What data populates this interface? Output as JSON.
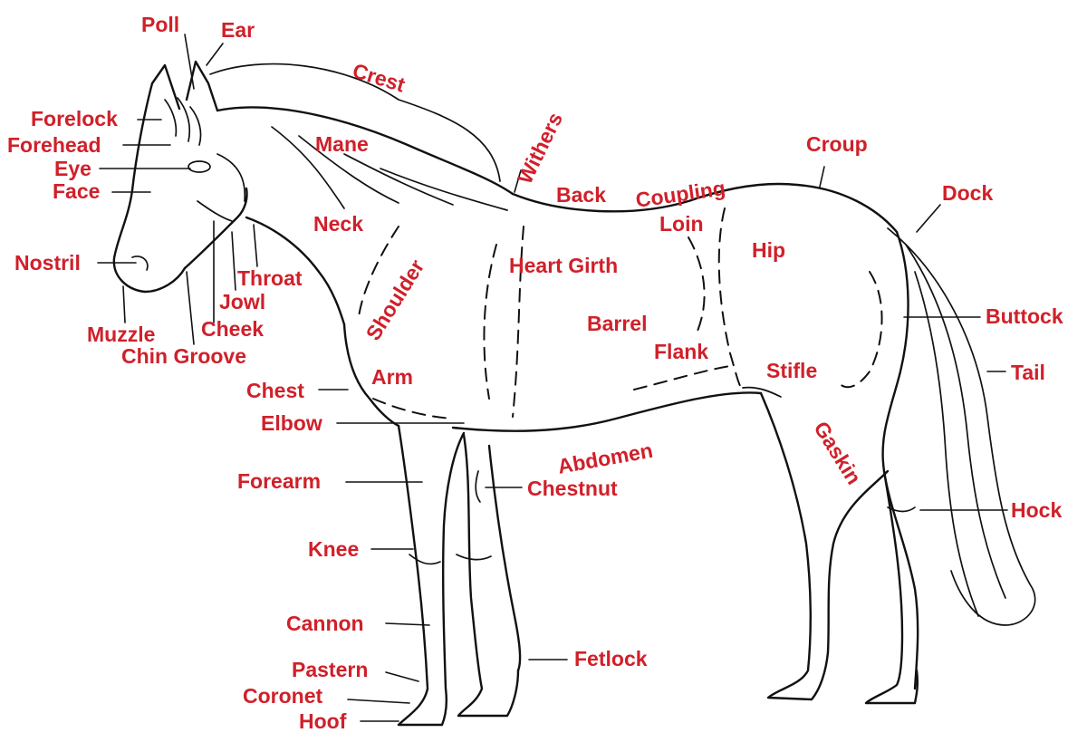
{
  "diagram": {
    "label_color": "#d0202a",
    "line_color": "#111111",
    "labels": {
      "poll": "Poll",
      "ear": "Ear",
      "crest": "Crest",
      "forelock": "Forelock",
      "forehead": "Forehead",
      "eye": "Eye",
      "face": "Face",
      "mane": "Mane",
      "withers": "Withers",
      "croup": "Croup",
      "back": "Back",
      "coupling": "Coupling",
      "dock": "Dock",
      "loin": "Loin",
      "neck": "Neck",
      "hip": "Hip",
      "nostril": "Nostril",
      "heart_girth": "Heart Girth",
      "throat": "Throat",
      "shoulder": "Shoulder",
      "jowl": "Jowl",
      "buttock": "Buttock",
      "cheek": "Cheek",
      "barrel": "Barrel",
      "muzzle": "Muzzle",
      "flank": "Flank",
      "chin_groove": "Chin Groove",
      "stifle": "Stifle",
      "tail": "Tail",
      "arm": "Arm",
      "chest": "Chest",
      "gaskin": "Gaskin",
      "elbow": "Elbow",
      "abdomen": "Abdomen",
      "forearm": "Forearm",
      "chestnut": "Chestnut",
      "hock": "Hock",
      "knee": "Knee",
      "cannon": "Cannon",
      "fetlock": "Fetlock",
      "pastern": "Pastern",
      "coronet": "Coronet",
      "hoof": "Hoof"
    }
  }
}
